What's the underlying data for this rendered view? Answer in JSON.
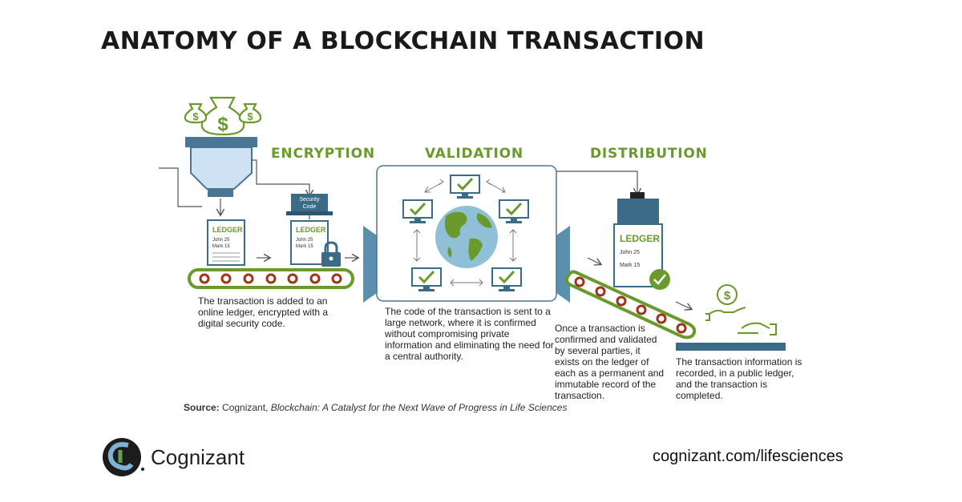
{
  "title": "ANATOMY OF A BLOCKCHAIN TRANSACTION",
  "stages": {
    "encryption": "ENCRYPTION",
    "validation": "VALIDATION",
    "distribution": "DISTRIBUTION"
  },
  "ledger": {
    "heading": "LEDGER",
    "line1": "John 25",
    "line2": "Mark 15"
  },
  "security_code_label_1": "Security",
  "security_code_label_2": "Code",
  "descriptions": {
    "encryption": "The transaction is added to an online ledger, encrypted with a digital security code.",
    "validation": "The code of the transaction is sent to a large network, where it is confirmed without compromising private information and eliminating the need for a central authority.",
    "distribution": "Once a transaction is confirmed and validated by several parties, it exists on the ledger of each as a permanent and immutable record of the transaction.",
    "completion": "The transaction information is recorded, in a public ledger, and the transaction is completed."
  },
  "source": {
    "label": "Source:",
    "org": " Cognizant, ",
    "publication": "Blockchain: A Catalyst for the Next Wave of Progress in Life Sciences"
  },
  "brand": "Cognizant",
  "url": "cognizant.com/lifesciences",
  "colors": {
    "green": "#6a9a2c",
    "slate": "#3c6b88",
    "roller": "#a0331a",
    "light_blue": "#cfe2f3"
  },
  "icons": [
    "money-bag-icon",
    "funnel-hopper-icon",
    "ledger-document-icon",
    "padlock-icon",
    "security-code-laptop-icon",
    "globe-icon",
    "monitor-check-icon",
    "check-badge-icon",
    "hand-coin-icon",
    "cognizant-logo-icon"
  ]
}
